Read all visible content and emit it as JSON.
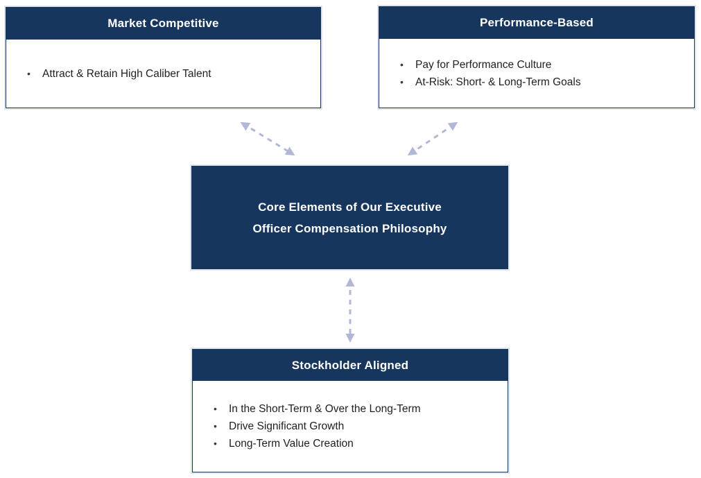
{
  "diagram": {
    "bullet_char": "•",
    "colors": {
      "navy": "#17365d",
      "arrow": "#b3b7d6",
      "body-text": "#1f1f1f",
      "background": "#ffffff"
    },
    "boxes": {
      "market": {
        "title": "Market Competitive",
        "bullets": [
          "Attract & Retain High Caliber Talent"
        ]
      },
      "performance": {
        "title": "Performance-Based",
        "bullets": [
          "Pay for Performance Culture",
          "At-Risk: Short- & Long-Term Goals"
        ]
      },
      "core": {
        "line1": "Core Elements of Our Executive",
        "line2": "Officer Compensation Philosophy"
      },
      "stockholder": {
        "title": "Stockholder Aligned",
        "bullets": [
          "In the Short-Term & Over the Long-Term",
          "Drive Significant Growth",
          "Long-Term Value Creation"
        ]
      }
    },
    "arrows": [
      {
        "name": "market-core",
        "style": "dashed-double-headed"
      },
      {
        "name": "performance-core",
        "style": "dashed-double-headed"
      },
      {
        "name": "stockholder-core",
        "style": "dashed-double-headed"
      }
    ]
  }
}
